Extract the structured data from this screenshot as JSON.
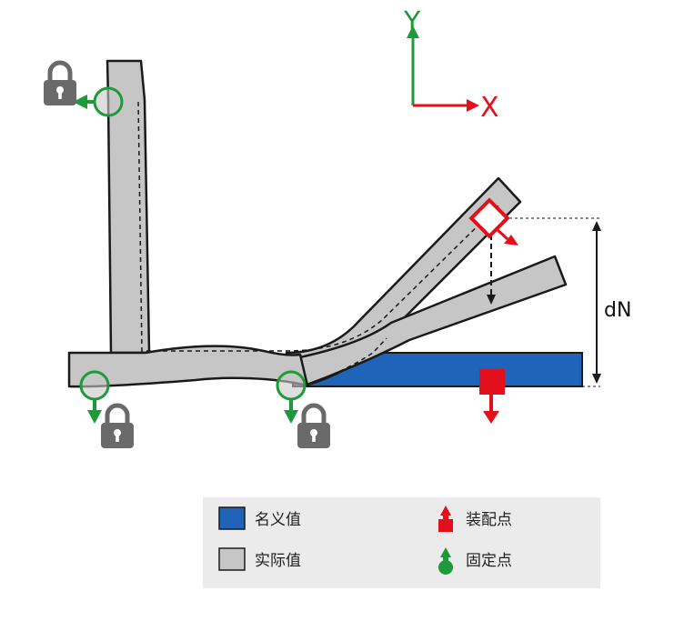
{
  "axes": {
    "x_label": "X",
    "y_label": "Y"
  },
  "dimension": {
    "label": "dN"
  },
  "legend": {
    "nominal_label": "名义值",
    "actual_label": "实际值",
    "assembly_point_label": "装配点",
    "fixed_point_label": "固定点"
  },
  "colors": {
    "nominal": "#1f64b8",
    "actual": "#c6c6c6",
    "assembly_point": "#e3101c",
    "fixed_point": "#1f9a3b",
    "axis_x": "#e3101c",
    "axis_y": "#1f9a3b",
    "legend_bg": "#ebebeb"
  },
  "icons": {
    "lock": "padlock-icon",
    "fixed_point": "green-circle-arrow-icon",
    "assembly_point": "red-square-arrow-icon"
  }
}
